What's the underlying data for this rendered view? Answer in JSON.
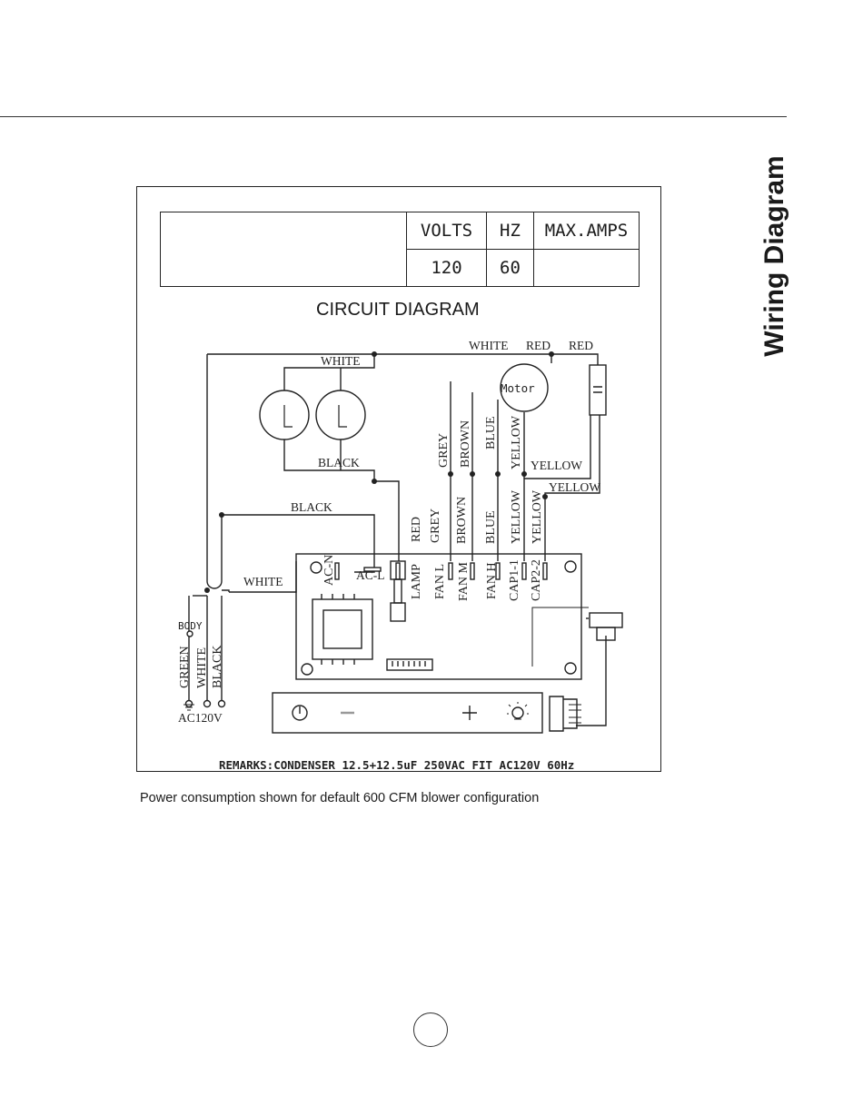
{
  "page": {
    "side_title": "Wiring Diagram",
    "caption": "Power consumption shown for default 600 CFM blower configuration"
  },
  "spec_table": {
    "headers": [
      "VOLTS",
      "HZ",
      "MAX.AMPS"
    ],
    "values": [
      "120",
      "60",
      ""
    ]
  },
  "diagram": {
    "title": "CIRCUIT DIAGRAM",
    "motor_label": "Motor",
    "top_wires": {
      "white": "WHITE",
      "red1": "RED",
      "red2": "RED"
    },
    "lamp_wires": {
      "top": "WHITE",
      "bottom": "BLACK"
    },
    "acl_wire": "BLACK",
    "acn_wire": "WHITE",
    "motor_leads": [
      "GREY",
      "BROWN",
      "BLUE",
      "YELLOW"
    ],
    "cap_leads": {
      "cap1": "YELLOW",
      "cap2": "YELLOW"
    },
    "board_leads": [
      "RED",
      "GREY",
      "BROWN",
      "BLUE",
      "YELLOW",
      "YELLOW"
    ],
    "terminals": [
      "AC-N",
      "AC-L",
      "LAMP",
      "FAN L",
      "FAN M",
      "FAN H",
      "CAP1-1",
      "CAP2-2"
    ],
    "supply": {
      "body": "BODY",
      "leads": [
        "GREEN",
        "WHITE",
        "BLACK"
      ],
      "voltage": "AC120V"
    },
    "control_panel_icons": [
      "power-icon",
      "minus-icon",
      "plus-icon",
      "light-icon"
    ],
    "remarks": "REMARKS:CONDENSER 12.5+12.5uF  250VAC FIT AC120V 60Hz"
  }
}
